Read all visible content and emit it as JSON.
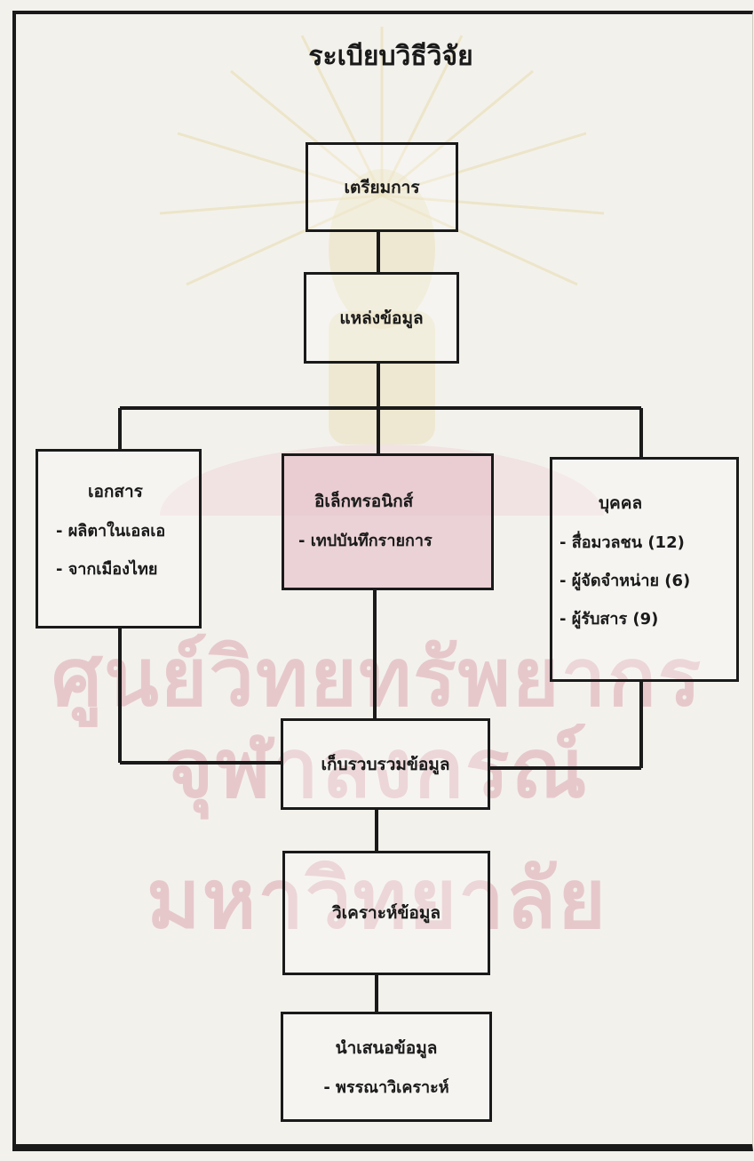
{
  "title": "ระเบียบวิธีวิจัย",
  "watermark": {
    "line1": "ศูนย์วิทยทรัพยากร",
    "line2": "จุฬาลงกรณ์มหาวิทยาลัย"
  },
  "nodes": {
    "preparation": {
      "label": "เตรียมการ"
    },
    "data_source": {
      "label": "แหล่งข้อมูล"
    },
    "documents": {
      "label": "เอกสาร",
      "items": [
        "- ผลิตาในเอลเอ",
        "- จากเมืองไทย"
      ]
    },
    "electronics": {
      "label": "อิเล็กทรอนิกส์",
      "items": [
        "- เทปบันทึกรายการ"
      ]
    },
    "persons": {
      "label": "บุคคล",
      "items": [
        "- สื่อมวลชน (12)",
        "- ผู้จัดจำหน่าย (6)",
        "- ผู้รับสาร (9)"
      ]
    },
    "collection": {
      "label": "เก็บรวบรวมข้อมูล"
    },
    "analysis": {
      "label": "วิเคราะห์ข้อมูล"
    },
    "presentation": {
      "label": "นำเสนอข้อมูล",
      "items": [
        "- พรรณาวิเคราะห์"
      ]
    }
  },
  "colors": {
    "ink": "#1a1a1a",
    "paper": "#f3f1ec",
    "watermark": "#d696a5",
    "electronics_fill": "#e6bec8"
  }
}
